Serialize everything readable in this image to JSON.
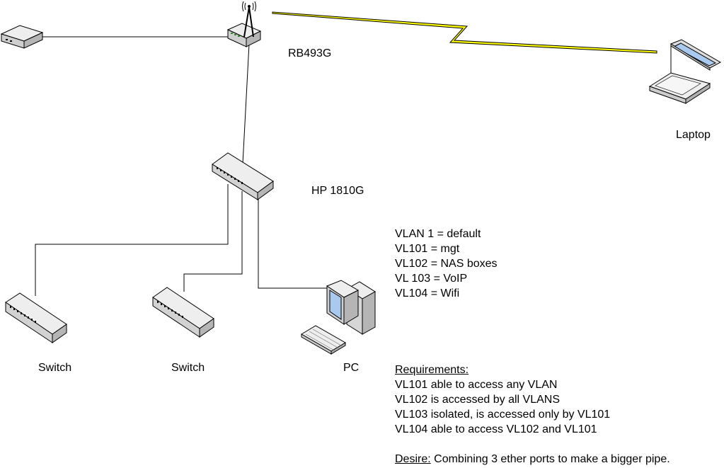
{
  "labels": {
    "router": "RB493G",
    "laptop": "Laptop",
    "core_switch": "HP 1810G",
    "switch_left": "Switch",
    "switch_mid": "Switch",
    "pc": "PC"
  },
  "vlans": [
    "VLAN 1 = default",
    "VL101 = mgt",
    "VL102 = NAS boxes",
    "VL 103 = VoIP",
    "VL104 = Wifi"
  ],
  "requirements": {
    "heading": "Requirements:",
    "items": [
      "VL101 able to access any VLAN",
      "VL102 is accessed by all VLANS",
      "VL103 isolated, is accessed only by VL101",
      "VL104 able to access VL102 and VL101"
    ]
  },
  "desire": {
    "heading": "Desire:",
    "text": " Combining 3 ether ports to make a bigger pipe."
  },
  "colors": {
    "line": "#000000",
    "lightning": "#ffff00",
    "device_top": "#eeeeee",
    "device_side": "#c8c8c8",
    "screen": "#a9c9ee"
  }
}
